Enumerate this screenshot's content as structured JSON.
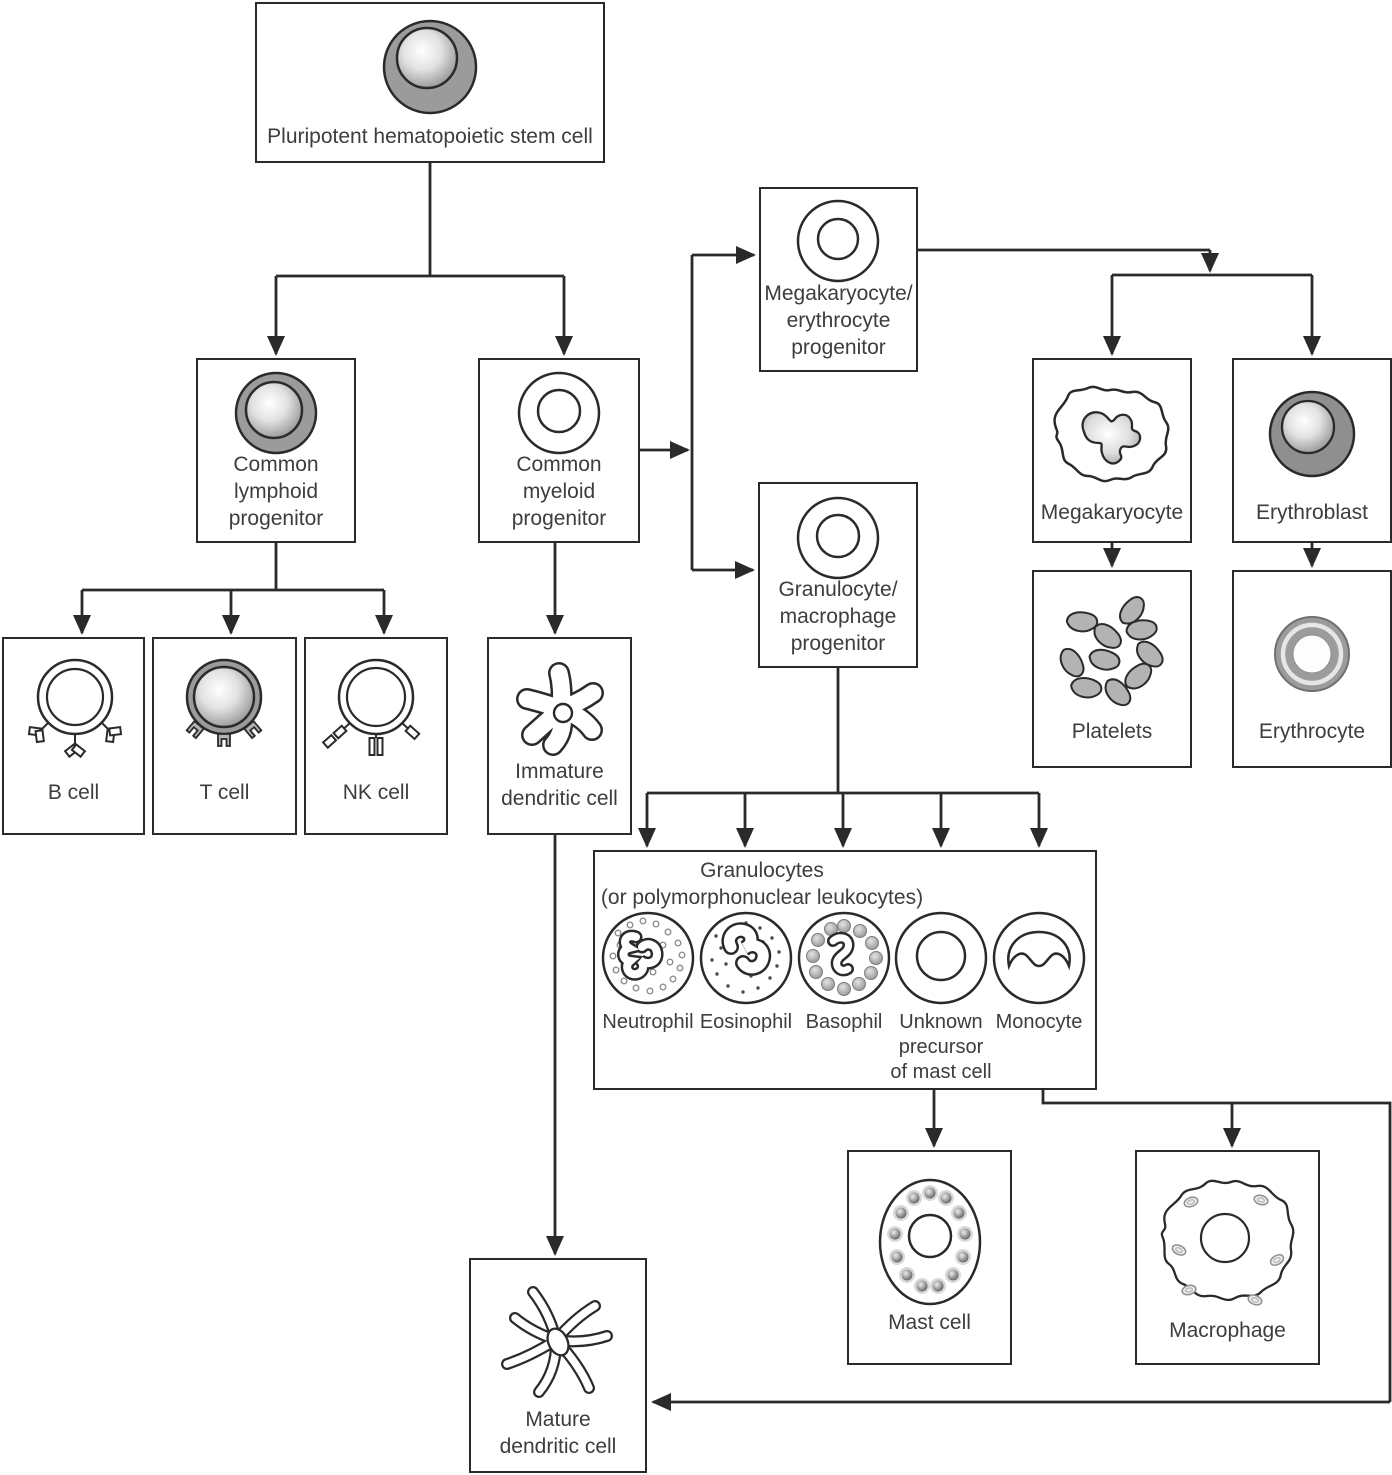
{
  "colors": {
    "line": "#2a2a2a",
    "text": "#3d3d3d",
    "cell_gray": "#9b9b9b"
  },
  "nodes": {
    "stem": {
      "label": "Pluripotent hematopoietic stem cell"
    },
    "lymphoid": {
      "lines": [
        "Common",
        "lymphoid",
        "progenitor"
      ]
    },
    "myeloid": {
      "lines": [
        "Common",
        "myeloid",
        "progenitor"
      ]
    },
    "b_cell": {
      "label": "B cell"
    },
    "t_cell": {
      "label": "T cell"
    },
    "nk_cell": {
      "label": "NK cell"
    },
    "immature_dc": {
      "lines": [
        "Immature",
        "dendritic cell"
      ]
    },
    "mega_ery": {
      "lines": [
        "Megakaryocyte/",
        "erythrocyte",
        "progenitor"
      ]
    },
    "gran_mac": {
      "lines": [
        "Granulocyte/",
        "macrophage",
        "progenitor"
      ]
    },
    "megakaryocyte": {
      "label": "Megakaryocyte"
    },
    "erythroblast": {
      "label": "Erythroblast"
    },
    "platelets": {
      "label": "Platelets"
    },
    "erythrocyte": {
      "label": "Erythrocyte"
    },
    "granulocytes": {
      "title": "Granulocytes",
      "subtitle": "(or polymorphonuclear leukocytes)",
      "cells": [
        {
          "label": "Neutrophil"
        },
        {
          "label": "Eosinophil"
        },
        {
          "label": "Basophil"
        },
        {
          "lines": [
            "Unknown",
            "precursor",
            "of mast cell"
          ]
        },
        {
          "label": "Monocyte"
        }
      ]
    },
    "mast_cell": {
      "label": "Mast cell"
    },
    "macrophage": {
      "label": "Macrophage"
    },
    "mature_dc": {
      "lines": [
        "Mature",
        "dendritic cell"
      ]
    }
  }
}
